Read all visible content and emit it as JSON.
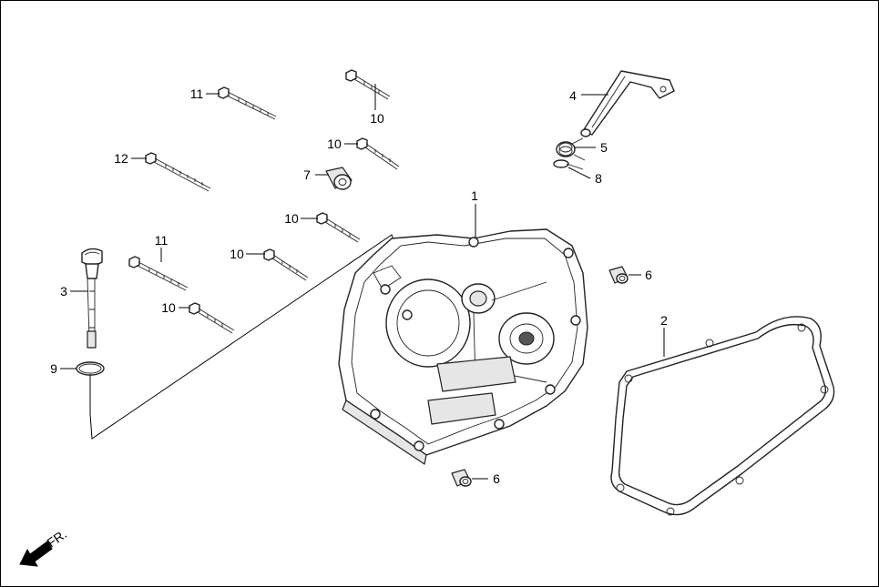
{
  "diagram": {
    "callouts": [
      {
        "id": "c1",
        "text": "1"
      },
      {
        "id": "c2",
        "text": "2"
      },
      {
        "id": "c3",
        "text": "3"
      },
      {
        "id": "c4",
        "text": "4"
      },
      {
        "id": "c5",
        "text": "5"
      },
      {
        "id": "c6a",
        "text": "6"
      },
      {
        "id": "c6b",
        "text": "6"
      },
      {
        "id": "c7",
        "text": "7"
      },
      {
        "id": "c8",
        "text": "8"
      },
      {
        "id": "c9",
        "text": "9"
      },
      {
        "id": "c10a",
        "text": "10"
      },
      {
        "id": "c10b",
        "text": "10"
      },
      {
        "id": "c10c",
        "text": "10"
      },
      {
        "id": "c10d",
        "text": "10"
      },
      {
        "id": "c10e",
        "text": "10"
      },
      {
        "id": "c11a",
        "text": "11"
      },
      {
        "id": "c11b",
        "text": "11"
      },
      {
        "id": "c12",
        "text": "12"
      }
    ],
    "direction_label": "FR."
  },
  "colors": {
    "line": "#000000",
    "background": "#ffffff",
    "fill_light": "#e6e6e6"
  }
}
